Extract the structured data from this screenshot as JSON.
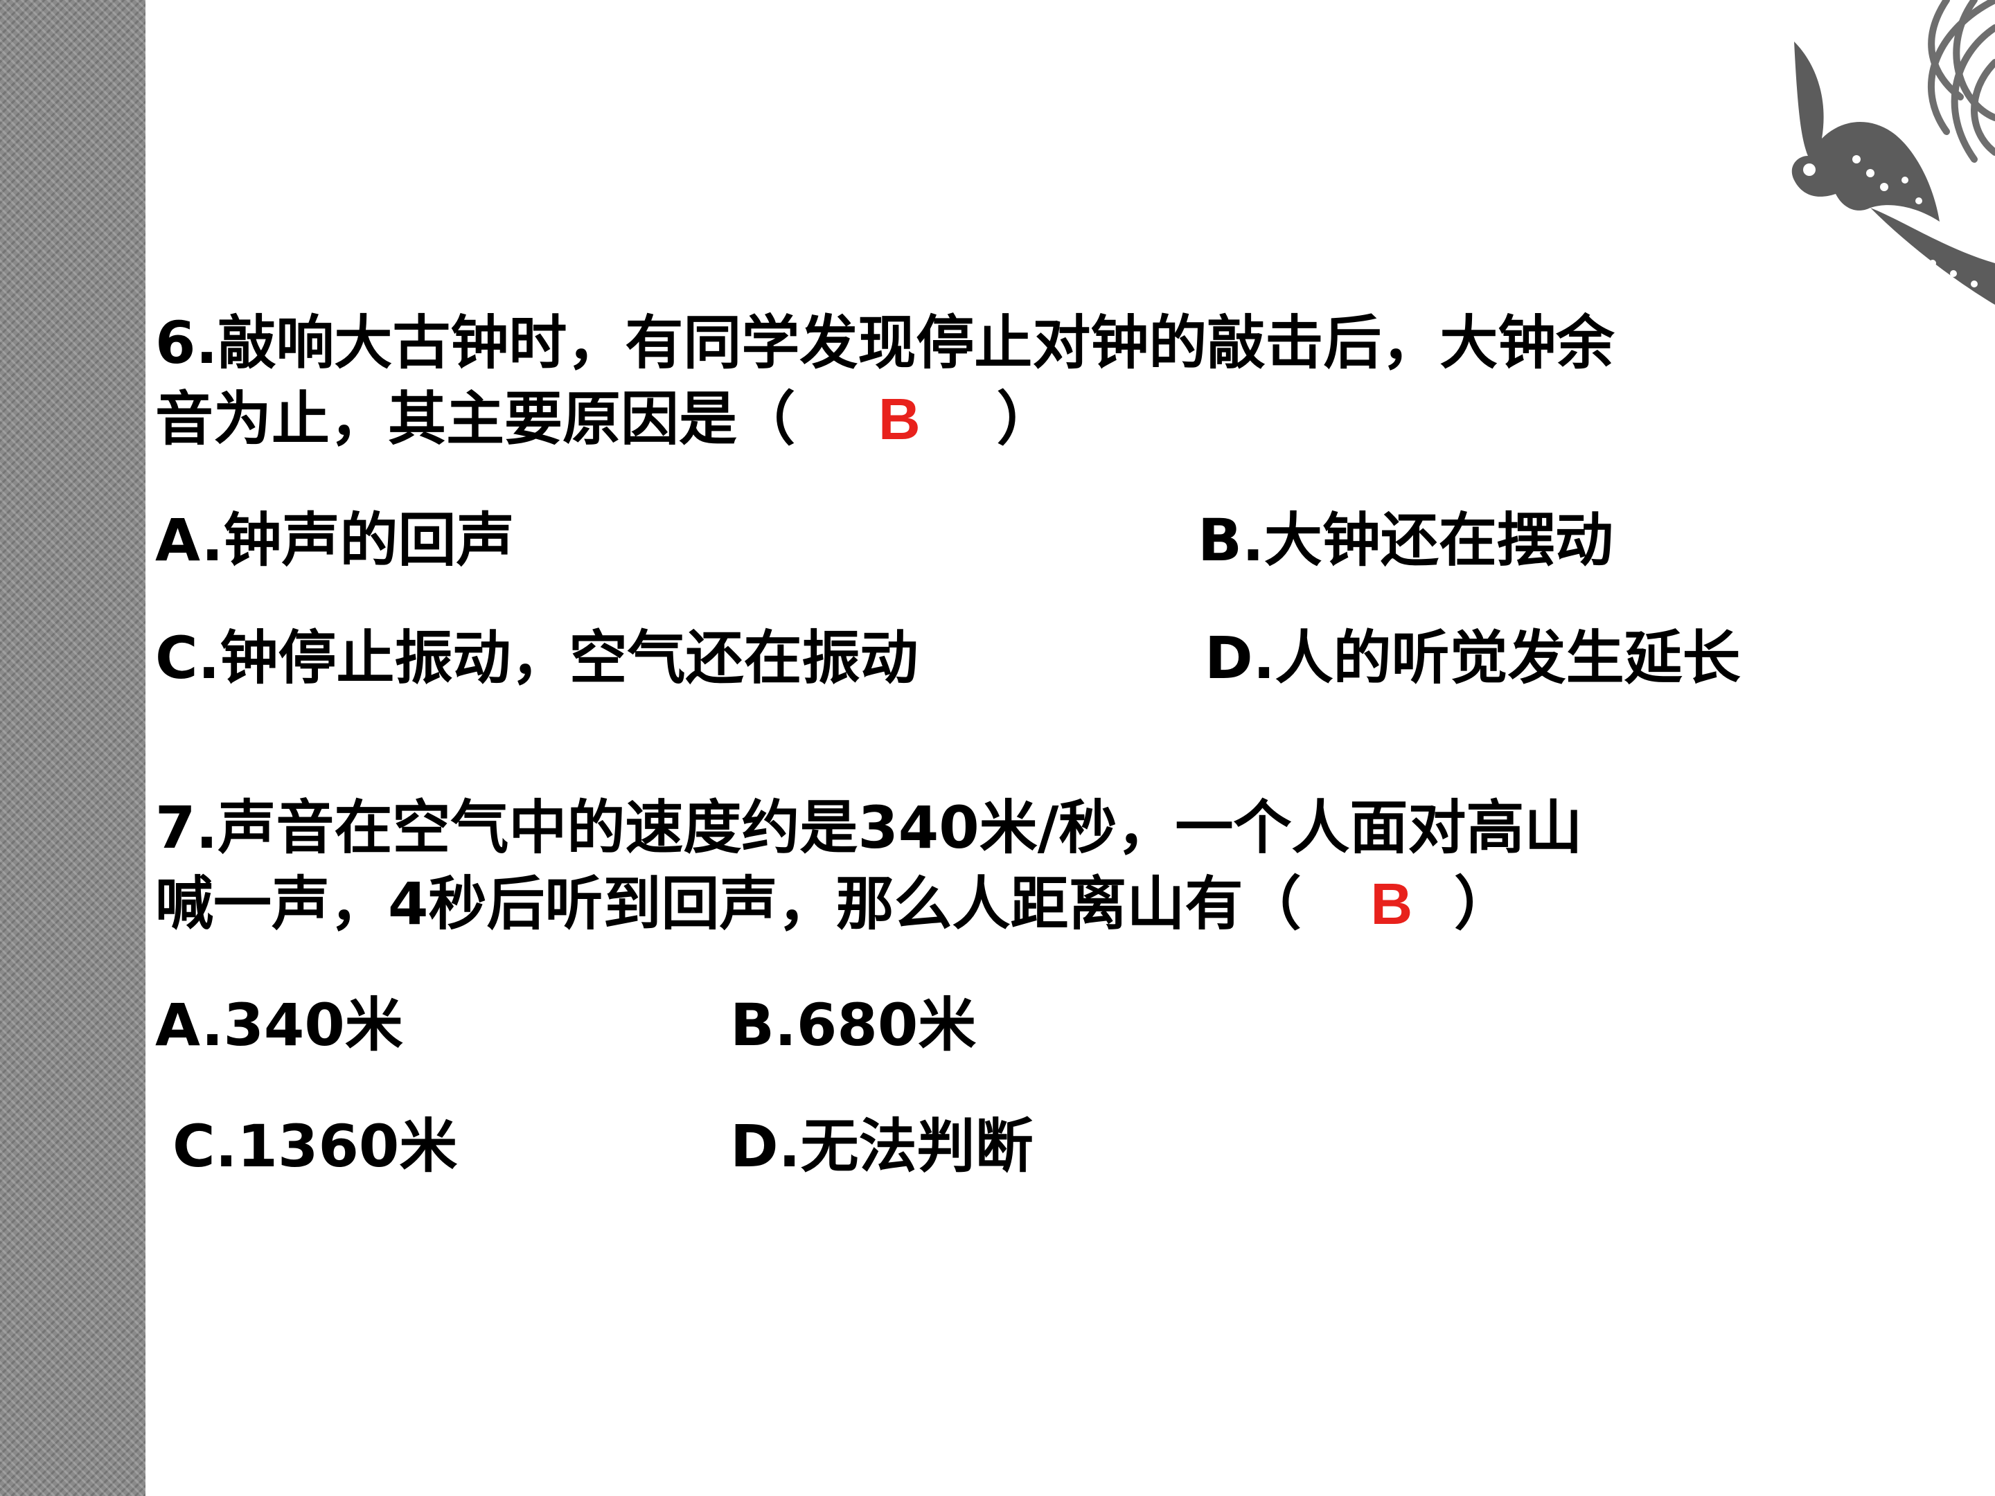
{
  "question6": {
    "line1": "6.敲响大古钟时，有同学发现停止对钟的敲击后，大钟余",
    "line2_prefix": "音为止，其主要原因是（",
    "answer": "B",
    "line2_suffix": "）",
    "options": {
      "A": "A.钟声的回声",
      "B": "B.大钟还在摆动",
      "C": "C.钟停止振动，空气还在振动",
      "D": "D.人的听觉发生延长"
    }
  },
  "question7": {
    "line1": "7.声音在空气中的速度约是340米/秒，一个人面对高山",
    "line2_prefix": "喊一声，4秒后听到回声，那么人距离山有（",
    "answer": "B",
    "line2_suffix": "）",
    "options": {
      "A": "A.340米",
      "B": "B.680米",
      "C": "C.1360米",
      "D": "D.无法判断"
    }
  },
  "colors": {
    "answer": "#e8211c",
    "text": "#000000",
    "side_strip": "#8a8a8a"
  },
  "icons": {
    "corner_decoration": "phoenix-ornament-icon"
  }
}
